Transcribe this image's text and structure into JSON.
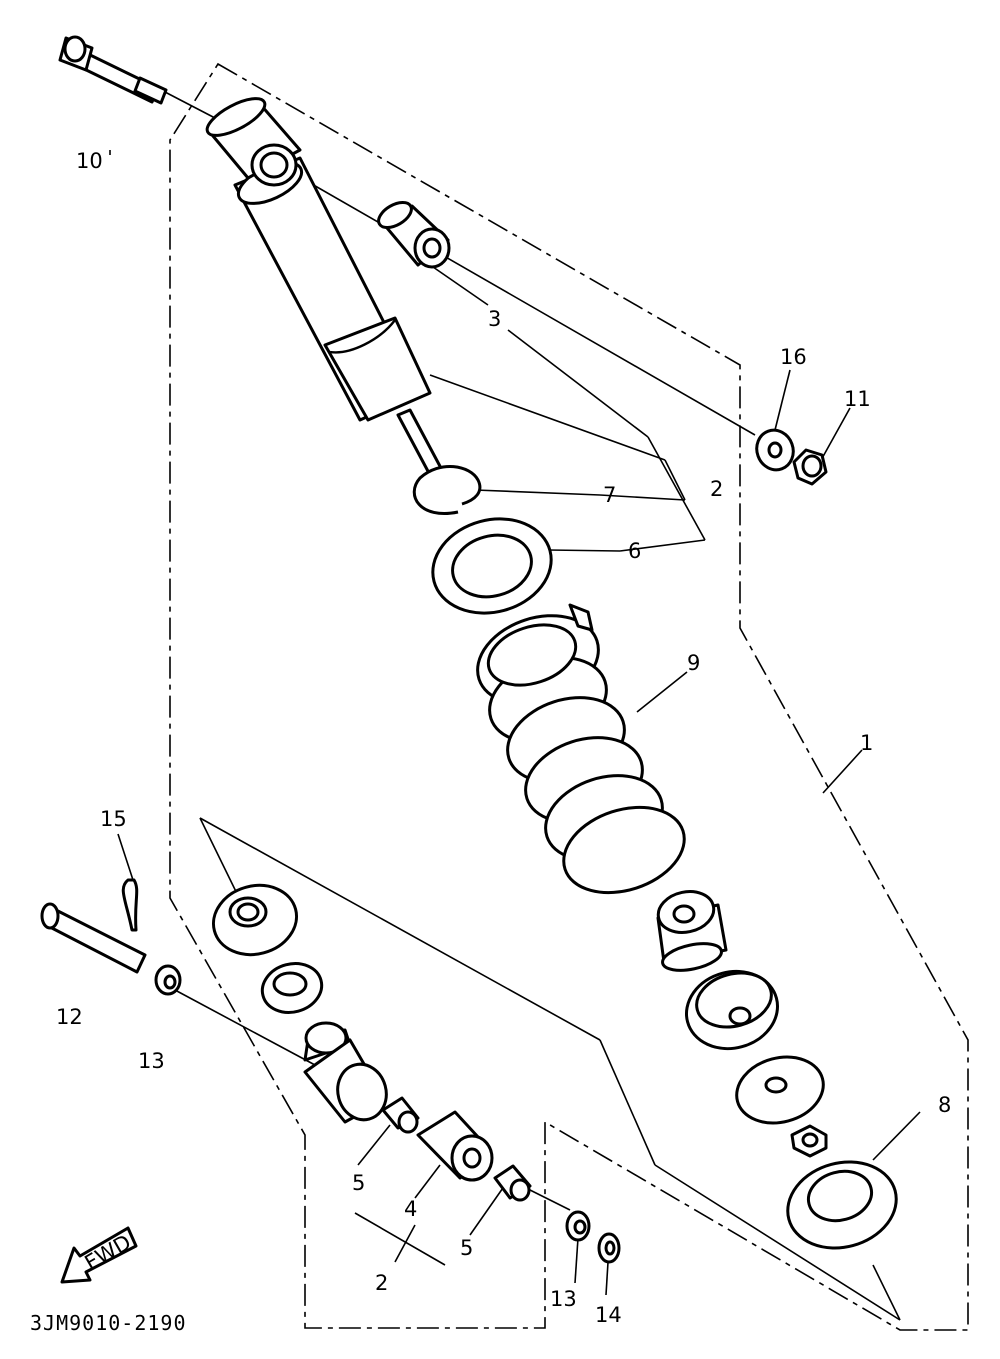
{
  "diagram": {
    "drawing_code": "3JM9010-2190",
    "fwd_label": "FWD",
    "callouts": [
      {
        "id": "c1",
        "text": "1"
      },
      {
        "id": "c2a",
        "text": "2"
      },
      {
        "id": "c2b",
        "text": "2"
      },
      {
        "id": "c3",
        "text": "3"
      },
      {
        "id": "c4",
        "text": "4"
      },
      {
        "id": "c5a",
        "text": "5"
      },
      {
        "id": "c5b",
        "text": "5"
      },
      {
        "id": "c6",
        "text": "6"
      },
      {
        "id": "c7",
        "text": "7"
      },
      {
        "id": "c8",
        "text": "8"
      },
      {
        "id": "c9",
        "text": "9"
      },
      {
        "id": "c10",
        "text": "10"
      },
      {
        "id": "c11",
        "text": "11"
      },
      {
        "id": "c12",
        "text": "12"
      },
      {
        "id": "c13a",
        "text": "13"
      },
      {
        "id": "c13b",
        "text": "13"
      },
      {
        "id": "c14",
        "text": "14"
      },
      {
        "id": "c15",
        "text": "15"
      },
      {
        "id": "c16",
        "text": "16"
      }
    ]
  }
}
